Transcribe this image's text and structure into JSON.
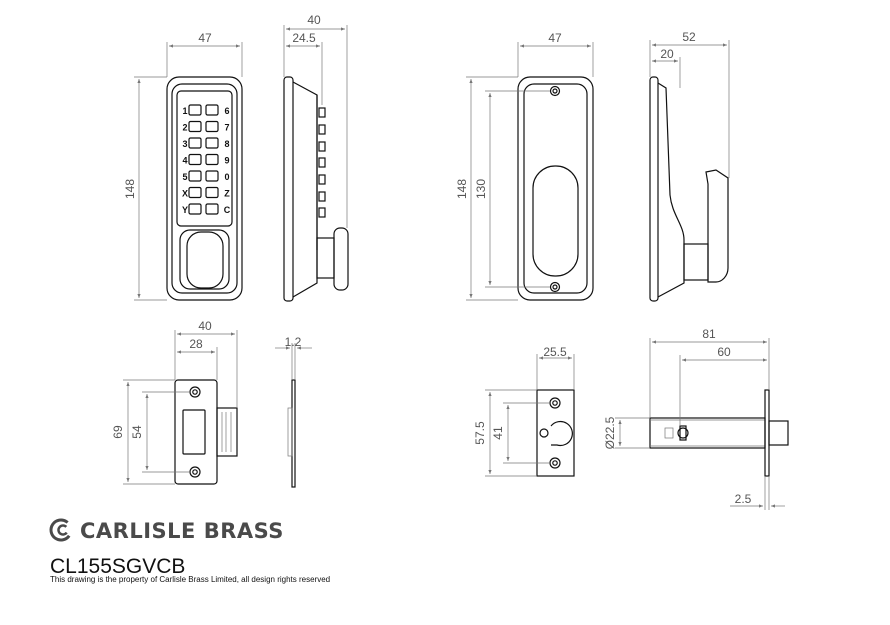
{
  "brand": {
    "name": "CARLISLE BRASS",
    "logo_icon": "carlisle-c-icon"
  },
  "product_code": "CL155SGVCB",
  "notice": "This drawing is the property of Carlisle Brass Limited, all design rights reserved",
  "dimensions": {
    "front_width": "47",
    "front_height": "148",
    "side_depth": "40",
    "side_inner": "24.5",
    "back_width": "47",
    "back_height": "148",
    "back_inner_height": "130",
    "handle_side_depth": "52",
    "handle_side_inner": "20",
    "strike_width": "40",
    "strike_inner": "28",
    "strike_thickness": "1.2",
    "strike_height": "69",
    "strike_hole_spacing": "54",
    "faceplate_width": "25.5",
    "faceplate_height": "57.5",
    "faceplate_hole_spacing": "41",
    "latch_length": "81",
    "latch_backset": "60",
    "latch_diameter": "Ø22.5",
    "faceplate_thickness": "2.5"
  },
  "keypad": {
    "left_keys": [
      "1",
      "2",
      "3",
      "4",
      "5",
      "X",
      "Y"
    ],
    "right_keys": [
      "6",
      "7",
      "8",
      "9",
      "0",
      "Z",
      "C"
    ]
  }
}
